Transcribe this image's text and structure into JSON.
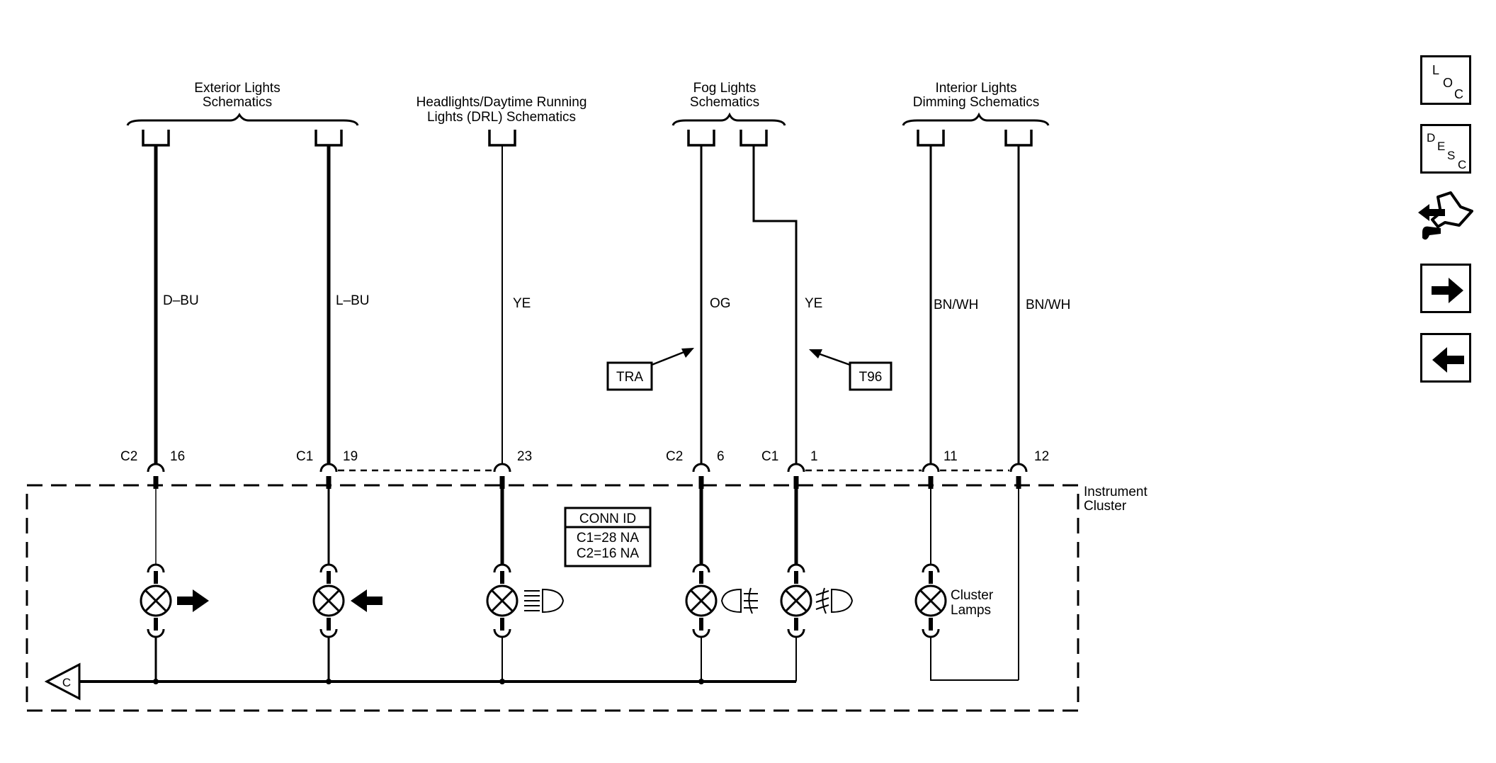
{
  "headers": {
    "exterior": [
      "Exterior Lights",
      "Schematics"
    ],
    "headlights": [
      "Headlights/Daytime Running",
      "Lights (DRL) Schematics"
    ],
    "fog": [
      "Fog Lights",
      "Schematics"
    ],
    "interior": [
      "Interior Lights",
      "Dimming Schematics"
    ]
  },
  "wires": {
    "w1": "D–BU",
    "w2": "L–BU",
    "w3": "YE",
    "w4": "OG",
    "w5": "YE",
    "w6": "BN/WH",
    "w7": "BN/WH"
  },
  "connectors": {
    "c2a": "C2",
    "c1a": "C1",
    "c2b": "C2",
    "c1b": "C1"
  },
  "pins": {
    "p1": "16",
    "p2": "19",
    "p3": "23",
    "p4": "6",
    "p5": "1",
    "p6": "11",
    "p7": "12"
  },
  "options": {
    "tra": "TRA",
    "t96": "T96"
  },
  "conn_id": {
    "title": "CONN ID",
    "line1": "C1=28 NA",
    "line2": "C2=16 NA"
  },
  "cluster": [
    "Instrument",
    "Cluster"
  ],
  "cluster_lamps": [
    "Cluster",
    "Lamps"
  ],
  "ground_label": "C",
  "side_buttons": {
    "loc": [
      "L",
      "O",
      "C"
    ],
    "desc": [
      "D",
      "E",
      "S",
      "C"
    ],
    "tool_icon": "connector-tool-icon",
    "next_icon": "arrow-right-icon",
    "prev_icon": "arrow-left-icon"
  }
}
